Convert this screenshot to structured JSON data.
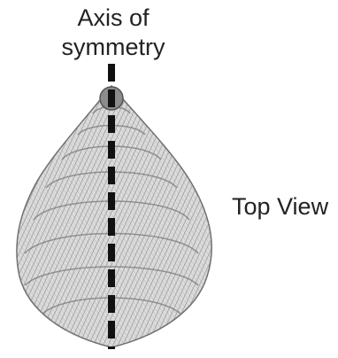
{
  "labels": {
    "axis_line1": "Axis of",
    "axis_line2": "symmetry",
    "view": "Top View"
  },
  "colors": {
    "text": "#222222",
    "shell_fill": "#d9d9d9",
    "shell_stroke": "#6f6f6f",
    "axis_line": "#111111",
    "apex": "#8c8c8c"
  }
}
